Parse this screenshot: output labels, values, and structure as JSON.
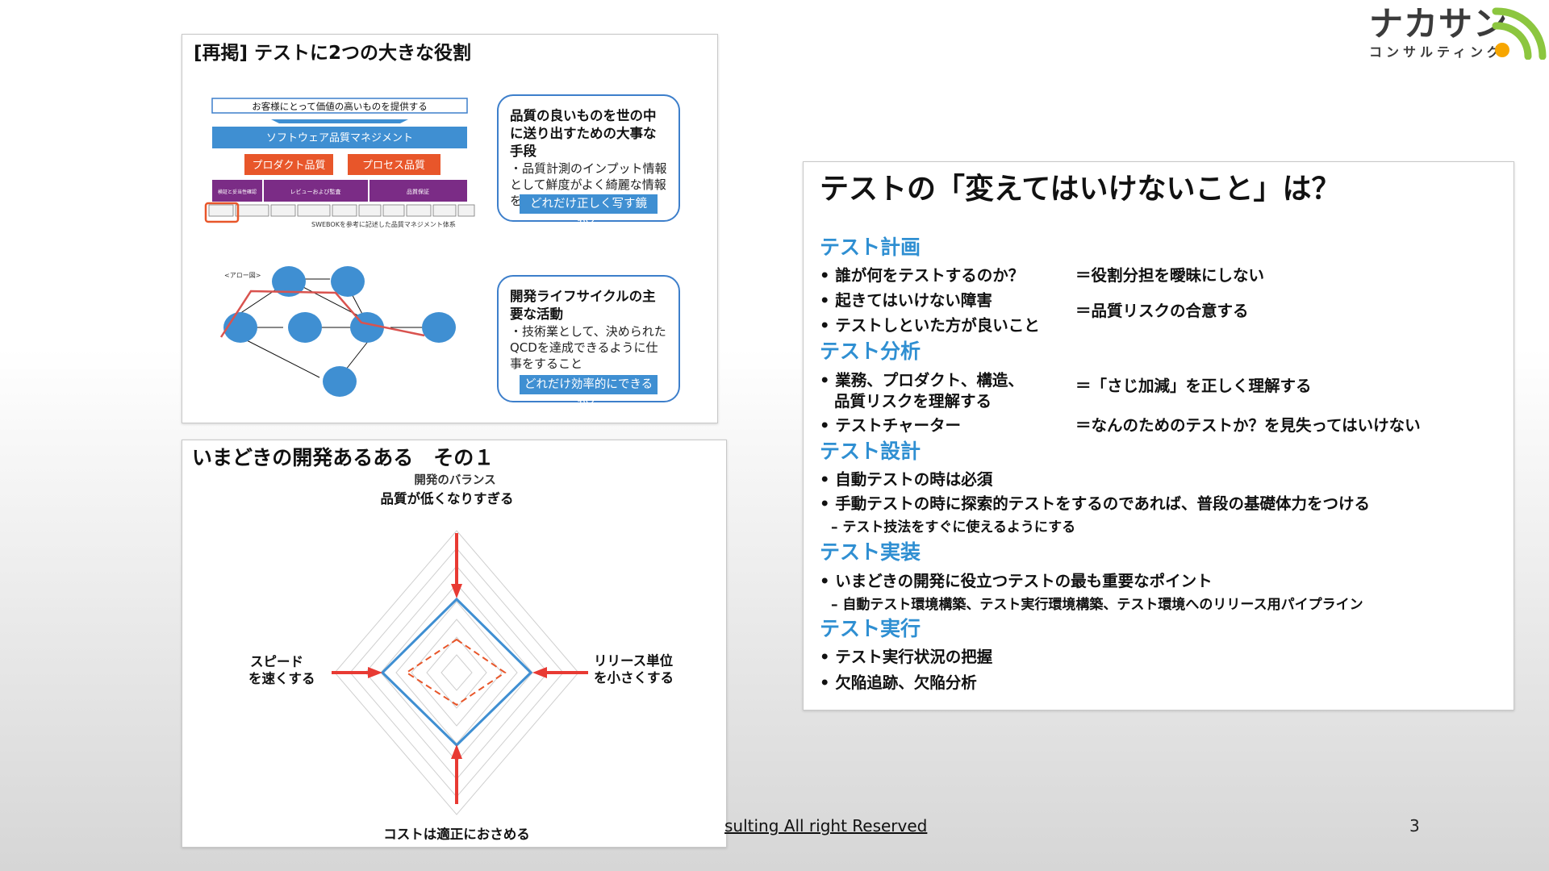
{
  "brand": {
    "logo_text": "ナカサン",
    "logo_sub": "コンサルティング",
    "colors": {
      "green": "#8cc63f",
      "orange": "#f7a600",
      "blue": "#2f8fd2"
    }
  },
  "slide1": {
    "title": "[再掲] テストに2つの大きな役割",
    "diagram": {
      "top_box": "お客様にとって価値の高いものを提供する",
      "mgmt_bar": "ソフトウェア品質マネジメント",
      "product_quality": "プロダクト品質",
      "process_quality": "プロセス品質",
      "purple_cells": [
        "検証と妥当性確認",
        "レビューおよび監査",
        "品質保証"
      ],
      "caption": "SWEBOKを参考に記述した品質マネジメント体系",
      "network_label": "<アロー図>"
    },
    "callout1": {
      "head": "品質の良いものを世の中に送り出すための大事な手段",
      "body": "・品質計測のインプット情報として鮮度がよく綺麗な情報を渡すこと",
      "button": "どれだけ正しく写す鏡か？"
    },
    "callout2": {
      "head": "開発ライフサイクルの主要な活動",
      "body": "・技術業として、決められたQCDを達成できるように仕事をすること",
      "button": "どれだけ効率的にできるか？"
    }
  },
  "slide2": {
    "title": "いまどきの開発あるある　その１",
    "chart_title": "開発のバランス",
    "axis_top": "品質が低くなりすぎる",
    "axis_left_1": "スピード",
    "axis_left_2": "を速くする",
    "axis_right_1": "リリース単位",
    "axis_right_2": "を小さくする",
    "axis_bottom": "コストは適正におさめる"
  },
  "slide3": {
    "title": "テストの「変えてはいけないこと」は？",
    "sections": {
      "plan": "テスト計画",
      "analysis": "テスト分析",
      "design": "テスト設計",
      "impl": "テスト実装",
      "exec": "テスト実行"
    },
    "plan_items": [
      "• 誰が何をテストするのか？",
      "• 起きてはいけない障害",
      "• テストしといた方が良いこと"
    ],
    "plan_rhs": [
      "＝役割分担を曖昧にしない",
      "＝品質リスクの合意する"
    ],
    "analysis_items": [
      "• 業務、プロダクト、構造、",
      "品質リスクを理解する",
      "• テストチャーター"
    ],
    "analysis_rhs": [
      "＝「さじ加減」を正しく理解する",
      "＝なんのためのテストか？を見失ってはいけない"
    ],
    "design_items": [
      "• 自動テストの時は必須",
      "• 手動テストの時に探索的テストをするのであれば、普段の基礎体力をつける",
      "– テスト技法をすぐに使えるようにする"
    ],
    "impl_items": [
      "• いまどきの開発に役立つテストの最も重要なポイント",
      "– 自動テスト環境構築、テスト実行環境構築、テスト環境へのリリース用パイプライン"
    ],
    "exec_items": [
      "• テスト実行状況の把握",
      "• 欠陥追跡、欠陥分析"
    ]
  },
  "footer": {
    "text": "sulting All right Reserved",
    "page": "3"
  }
}
